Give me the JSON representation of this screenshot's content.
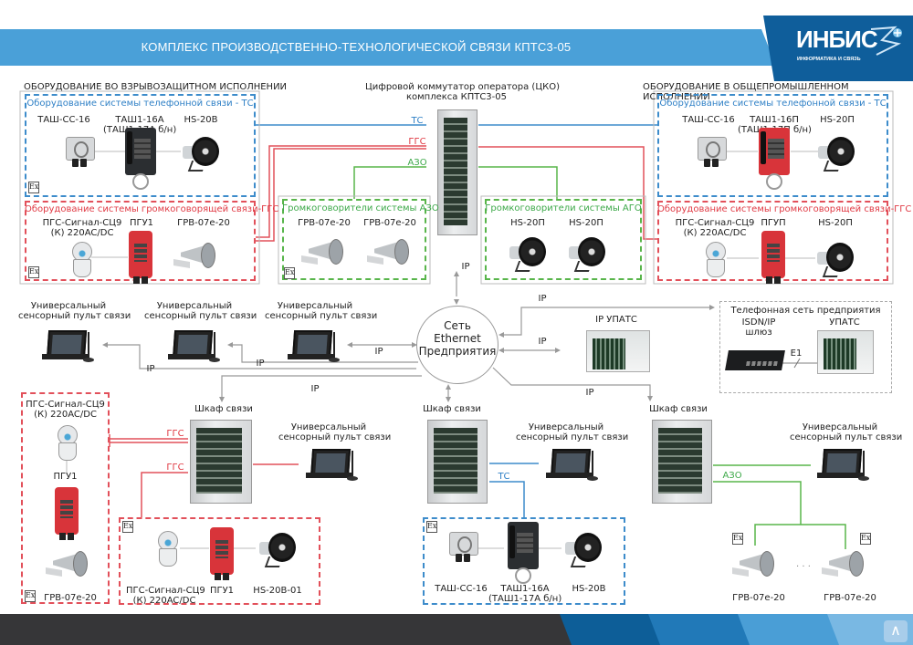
{
  "header": {
    "title": "КОМПЛЕКС ПРОИЗВОДСТВЕННО-ТЕХНОЛОГИЧЕСКОЙ СВЯЗИ КПТС3-05",
    "logo_main": "ИНБИС",
    "logo_sub": "ИНФОРМАТИКА И СВЯЗЬ",
    "colors": {
      "bar": "#4aa0d8",
      "logo_bg": "#0f5e9b"
    }
  },
  "colors": {
    "tc": "#3d8ccb",
    "ggs": "#e2505a",
    "azo": "#58b54a",
    "ip": "#999999"
  },
  "line_labels": {
    "tc": "ТС",
    "ggs": "ГГС",
    "azo": "АЗО",
    "ip": "IP",
    "e1": "E1"
  },
  "left_section": {
    "title": "ОБОРУДОВАНИЕ ВО ВЗРЫВОЗАЩИТНОМ ИСПОЛНЕНИИ",
    "tc_box": {
      "title": "Оборудование системы телефонной связи - ТС",
      "devices": [
        "ТАШ-СС-16",
        "ТАШ1-16А\n(ТАШ1-17А б/н)",
        "HS-20В"
      ]
    },
    "ggs_box": {
      "title": "Оборудование системы громкоговорящей связи-ГГС",
      "devices": [
        "ПГС-Сигнал-СЦ9\n(К) 220AC/DC",
        "ПГУ1",
        "ГРВ-07е-20"
      ]
    },
    "ex_mark": "Ex"
  },
  "right_section": {
    "title": "ОБОРУДОВАНИЕ В ОБЩЕПРОМЫШЛЕННОМ ИСПОЛНЕНИИ",
    "tc_box": {
      "title": "Оборудование системы телефонной связи - ТС",
      "devices": [
        "ТАШ-СС-16",
        "ТАШ1-16П\n(ТАШ1-17П б/н)",
        "HS-20П"
      ]
    },
    "ggs_box": {
      "title": "Оборудование системы громкоговорящей связи-ГГС",
      "devices": [
        "ПГС-Сигнал-СЦ9\n(К) 220AC/DC",
        "ПГУП",
        "HS-20П"
      ]
    }
  },
  "center": {
    "cko_title": "Цифровой коммутатор оператора (ЦКО)\nкомплекса КПТС3-05",
    "azo_box": {
      "title": "Громкоговорители системы АЗО",
      "devices": [
        "ГРВ-07е-20",
        "ГРВ-07е-20"
      ]
    },
    "ago_box": {
      "title": "Громкоговорители системы АГО",
      "devices": [
        "HS-20П",
        "HS-20П"
      ]
    },
    "network": "Сеть\nEthernet\nПредприятия",
    "ip_upats": "IP УПАТС"
  },
  "phone_network": {
    "title": "Телефонная сеть предприятия",
    "gateway": "ISDN/IP\nшлюз",
    "upats": "УПАТС"
  },
  "consoles": {
    "label": "Универсальный\nсенсорный пульт связи"
  },
  "cabinet_label": "Шкаф связи",
  "bottom_left": {
    "vertical_box": {
      "devices": [
        "ПГС-Сигнал-СЦ9\n(К) 220AC/DC",
        "ПГУ1",
        "ГРВ-07е-20"
      ]
    },
    "horizontal_box": {
      "devices": [
        "ПГС-Сигнал-СЦ9\n(К) 220AC/DC",
        "ПГУ1",
        "HS-20В-01"
      ]
    }
  },
  "bottom_center": {
    "tc_box": {
      "devices": [
        "ТАШ-СС-16",
        "ТАШ1-16А\n(ТАШ1-17А б/н)",
        "HS-20В"
      ]
    }
  },
  "bottom_right": {
    "devices": [
      "ГРВ-07е-20",
      "ГРВ-07е-20"
    ],
    "ellipsis": "· · ·"
  },
  "footer": {
    "scroll_top_icon": "chevron-up"
  }
}
